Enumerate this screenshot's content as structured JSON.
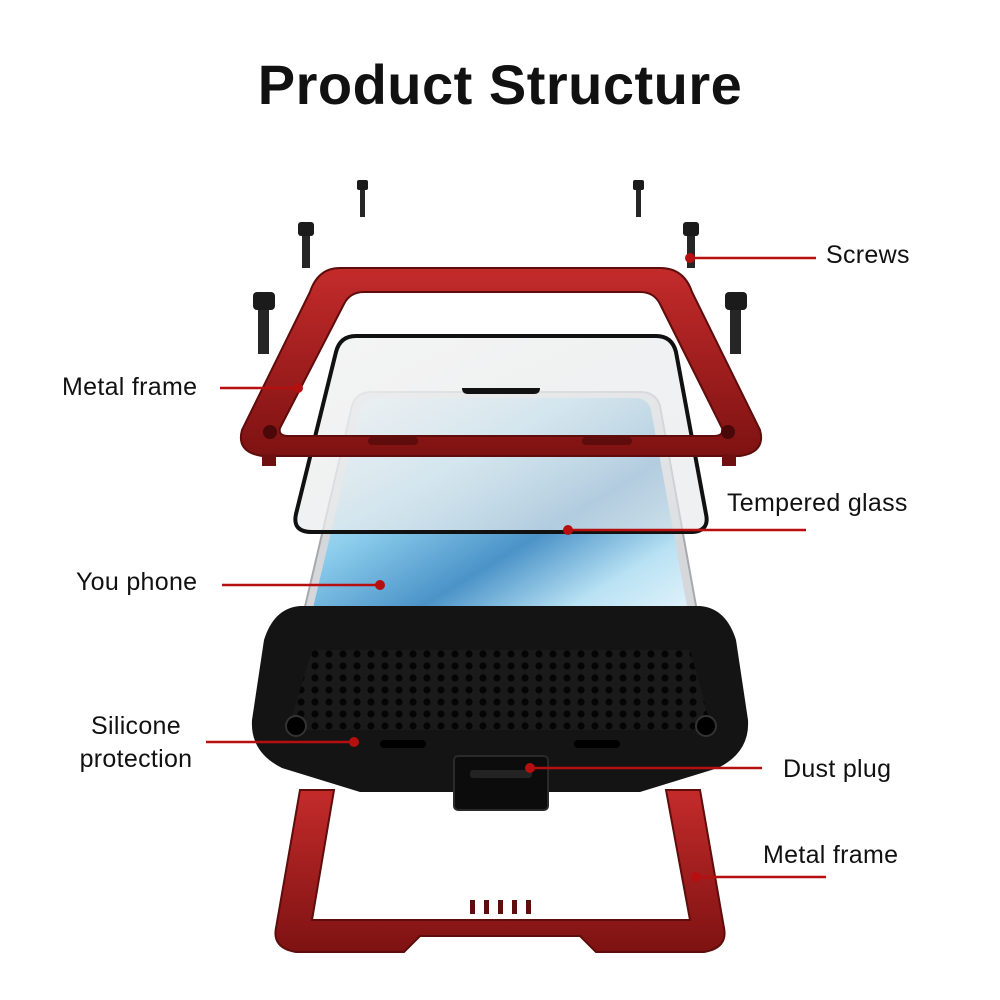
{
  "page": {
    "title": "Product Structure"
  },
  "callouts": {
    "screws": "Screws",
    "metal_frame_top": "Metal frame",
    "tempered_glass": "Tempered glass",
    "you_phone": "You phone",
    "silicone_protection_line1": "Silicone",
    "silicone_protection_line2": "protection",
    "dust_plug": "Dust plug",
    "metal_frame_bottom": "Metal frame"
  },
  "colors": {
    "frame_red": "#8e1616",
    "frame_red_light": "#b82424",
    "callout_red": "#b50f0f",
    "silicone_black": "#141414",
    "screw_black": "#1b1b1b",
    "phone_silver": "#d9d9dc",
    "screen_blue": "#7fc3e4",
    "background": "#ffffff"
  },
  "parts": [
    "screw-icon",
    "metal-frame-top",
    "tempered-glass",
    "phone",
    "silicone-protection",
    "dust-plug",
    "metal-frame-bottom"
  ]
}
